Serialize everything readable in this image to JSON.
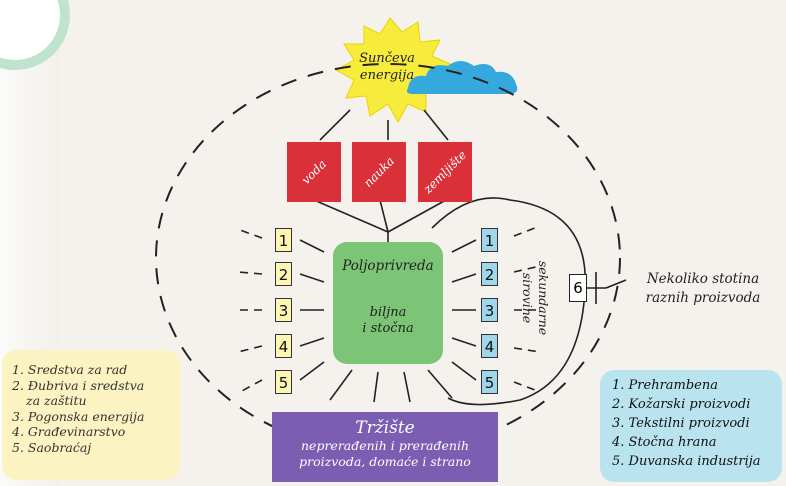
{
  "sun": {
    "label_line1": "Sunčeva",
    "label_line2": "energija"
  },
  "resources": [
    "voda",
    "nauka",
    "zemljište"
  ],
  "center": {
    "title": "Poljoprivreda",
    "line1": "biljna",
    "line2": "i stočna"
  },
  "left_numbers": [
    "1",
    "2",
    "3",
    "4",
    "5"
  ],
  "right_numbers": [
    "1",
    "2",
    "3",
    "4",
    "5"
  ],
  "secondary": {
    "line1": "sekundarne",
    "line2": "sirovine"
  },
  "box6": "6",
  "products": {
    "line1": "Nekoliko stotina",
    "line2": "raznih proizvoda"
  },
  "market": {
    "title": "Tržište",
    "line1": "neprerađenih i prerađenih",
    "line2": "proizvoda, domaće i strano"
  },
  "inputs_list": [
    "1. Sredstva za rad",
    "2. Đubriva i sredstva",
    "za zaštitu",
    "3. Pogonska energija",
    "4. Građevinarstvo",
    "5. Saobraćaj"
  ],
  "outputs_list": [
    "1. Prehrambena",
    "2. Kožarski proizvodi",
    "3. Tekstilni proizvodi",
    "4. Stočna hrana",
    "5. Duvanska industrija"
  ],
  "colors": {
    "red": "#d9303a",
    "green": "#7cc576",
    "purple": "#7b5db2",
    "sun": "#f7ec3b",
    "cloud": "#35a9dd",
    "yellow_panel": "#fbf3c2",
    "blue_panel": "#b9e4ef"
  }
}
